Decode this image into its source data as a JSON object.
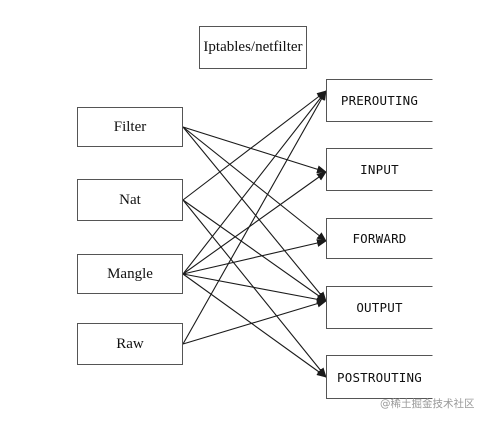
{
  "title": "Iptables/netfilter",
  "tables": [
    "Filter",
    "Nat",
    "Mangle",
    "Raw"
  ],
  "chains": [
    "PREROUTING",
    "INPUT",
    "FORWARD",
    "OUTPUT",
    "POSTROUTING"
  ],
  "connections": [
    {
      "from": "Filter",
      "to": "INPUT"
    },
    {
      "from": "Filter",
      "to": "FORWARD"
    },
    {
      "from": "Filter",
      "to": "OUTPUT"
    },
    {
      "from": "Nat",
      "to": "PREROUTING"
    },
    {
      "from": "Nat",
      "to": "OUTPUT"
    },
    {
      "from": "Nat",
      "to": "POSTROUTING"
    },
    {
      "from": "Mangle",
      "to": "PREROUTING"
    },
    {
      "from": "Mangle",
      "to": "INPUT"
    },
    {
      "from": "Mangle",
      "to": "FORWARD"
    },
    {
      "from": "Mangle",
      "to": "OUTPUT"
    },
    {
      "from": "Mangle",
      "to": "POSTROUTING"
    },
    {
      "from": "Raw",
      "to": "PREROUTING"
    },
    {
      "from": "Raw",
      "to": "OUTPUT"
    }
  ],
  "colors": {
    "line": "#1a1a1a",
    "border": "#555555",
    "watermark": "#9a9a9a"
  },
  "watermark": "@稀土掘金技术社区"
}
